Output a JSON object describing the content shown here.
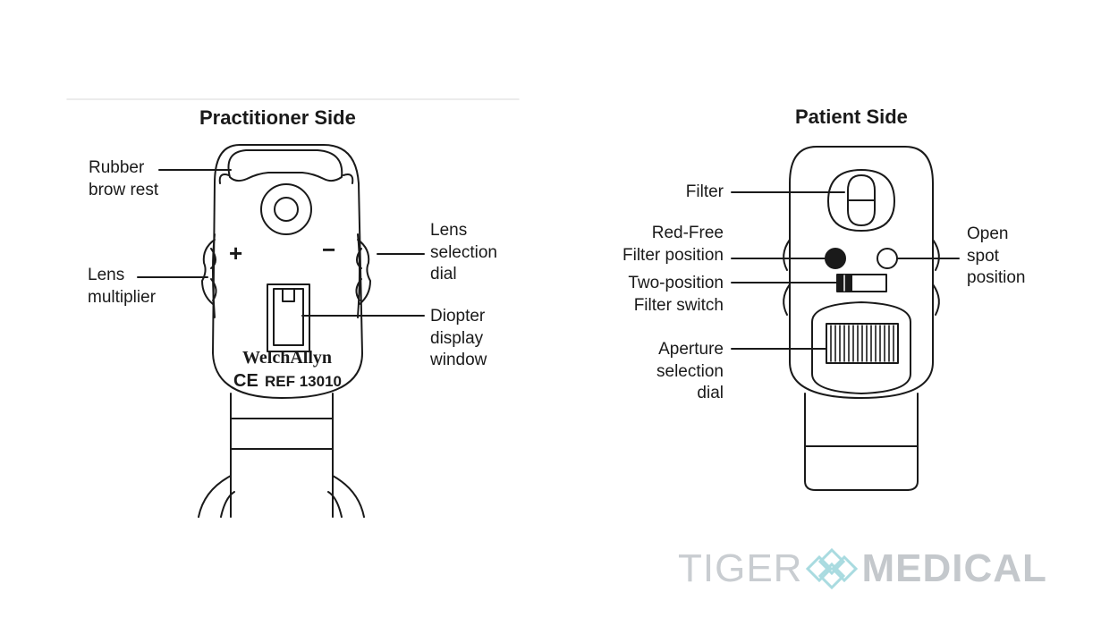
{
  "practitioner": {
    "title": "Practitioner Side",
    "labels": {
      "brow_rest": [
        "Rubber",
        "brow rest"
      ],
      "lens_multiplier": [
        "Lens",
        "multiplier"
      ],
      "lens_dial": [
        "Lens",
        "selection",
        "dial"
      ],
      "diopter": [
        "Diopter",
        "display",
        "window"
      ]
    },
    "device_text": {
      "plus": "+",
      "minus": "−",
      "brand": "WelchAllyn",
      "ce": "CE",
      "ref": "REF 13010"
    }
  },
  "patient": {
    "title": "Patient Side",
    "labels": {
      "filter": [
        "Filter"
      ],
      "red_free": [
        "Red-Free",
        "Filter position"
      ],
      "two_position": [
        "Two-position",
        "Filter switch"
      ],
      "aperture": [
        "Aperture",
        "selection",
        "dial"
      ],
      "open_spot": [
        "Open",
        "spot",
        "position"
      ]
    }
  },
  "watermark": {
    "left": "TIGER",
    "right": "MEDICAL",
    "logo_icon": "tiger-medical-logo-icon"
  },
  "colors": {
    "line": "#1a1a1a",
    "watermark": "#c9cdd1",
    "logo": "#a9dbe0"
  }
}
